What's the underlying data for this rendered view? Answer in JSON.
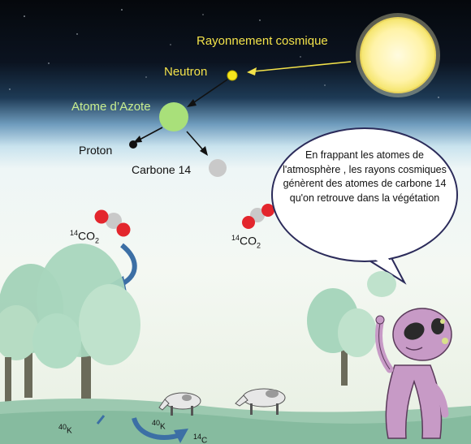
{
  "labels": {
    "cosmic_ray": "Rayonnement cosmique",
    "neutron": "Neutron",
    "nitrogen_atom": "Atome d’Azote",
    "proton": "Proton",
    "carbon14": "Carbone 14"
  },
  "co2_left": {
    "mass": "14",
    "formula": "CO",
    "subscript": "2"
  },
  "co2_right": {
    "mass": "14",
    "formula": "CO",
    "subscript": "2"
  },
  "bottom_labels": [
    {
      "mass": "40",
      "symbol": "K"
    },
    {
      "mass": "40",
      "symbol": "K"
    },
    {
      "mass": "14",
      "symbol": "C"
    }
  ],
  "speech_bubble": {
    "text": "En frappant les atomes de l'atmosphère , les rayons cosmiques génèrent des atomes de carbone 14 qu'on retrouve dans la végétation"
  },
  "colors": {
    "moon": "#fdf6c8",
    "neutron": "#f5e61c",
    "nitrogen": "#a9e07a",
    "carbon": "#c9c9c9",
    "oxygen": "#e3262d",
    "proton": "#111111",
    "alien": "#c79ac6",
    "arrow_blue": "#3c6fa5"
  },
  "icons": [
    "moon-icon",
    "alien-icon",
    "cow-icon",
    "tree-icon",
    "cycle-arrow-icon"
  ]
}
